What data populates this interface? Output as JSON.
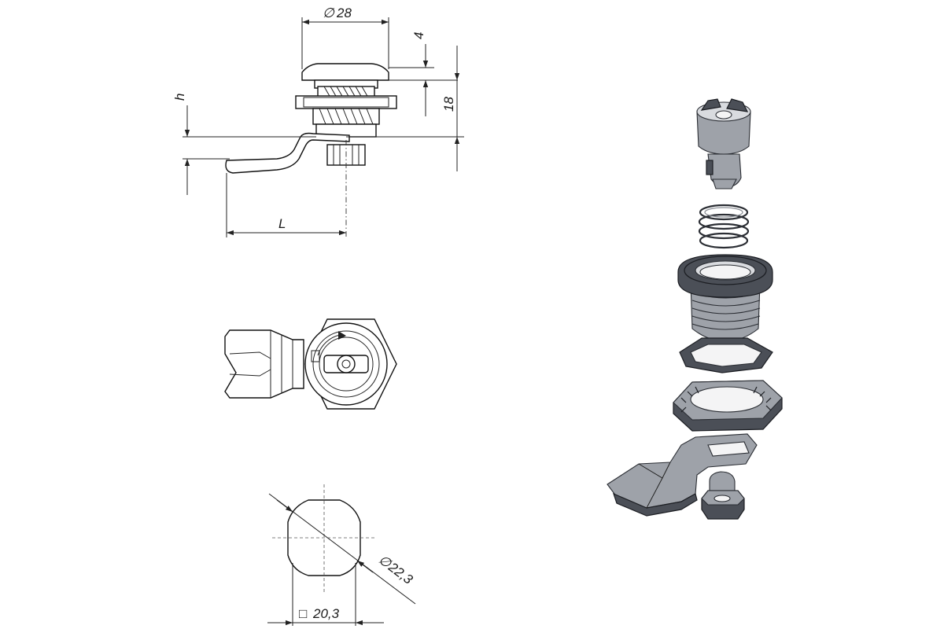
{
  "dimensions": {
    "front_diameter": "28",
    "flange_thickness": "4",
    "body_length": "18",
    "cam_offset": "h",
    "cam_length": "L",
    "cutout_diagonal": "22,3",
    "cutout_square": "20,3"
  },
  "symbols": {
    "diameter": "∅",
    "square": "□"
  }
}
